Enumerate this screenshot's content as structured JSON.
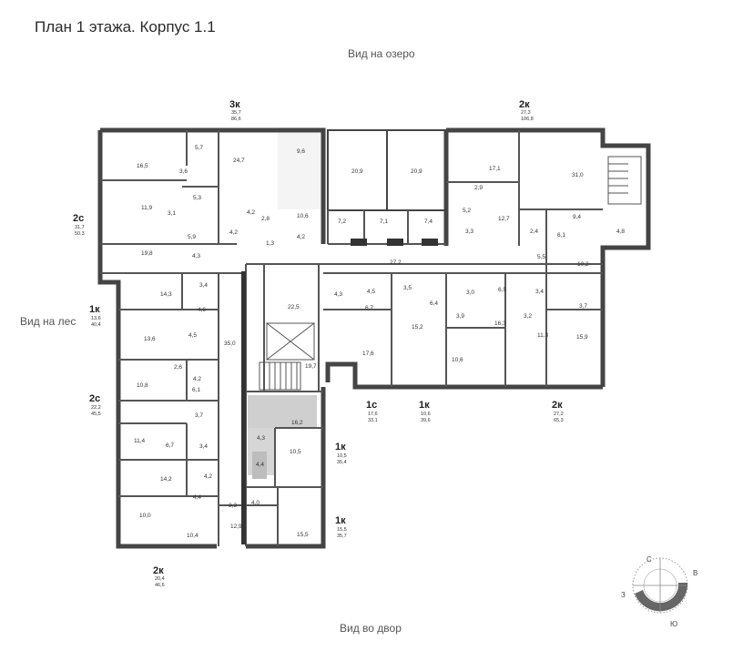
{
  "page": {
    "title": "План 1 этажа. Корпус 1.1"
  },
  "orientation": {
    "top": "Вид на озеро",
    "left": "Вид на лес",
    "bottom": "Вид во двор"
  },
  "compass": {
    "n": "С",
    "e": "В",
    "w": "З",
    "s": "Ю"
  },
  "units": [
    {
      "type": "3к",
      "living": "35,7",
      "total": "86,6"
    },
    {
      "type": "2к",
      "living": "27,3",
      "total": "106,8"
    },
    {
      "type": "2с",
      "living": "31,7",
      "total": "50,3"
    },
    {
      "type": "1к",
      "living": "13,6",
      "total": "40,4"
    },
    {
      "type": "2с",
      "living": "22,2",
      "total": "45,5"
    },
    {
      "type": "2к",
      "living": "20,4",
      "total": "46,6"
    },
    {
      "type": "1с",
      "living": "17,6",
      "total": "33,1"
    },
    {
      "type": "1к",
      "living": "10,6",
      "total": "39,6"
    },
    {
      "type": "2к",
      "living": "27,2",
      "total": "65,3"
    },
    {
      "type": "1к",
      "living": "10,5",
      "total": "35,4"
    },
    {
      "type": "1к",
      "living": "15,5",
      "total": "35,7"
    }
  ],
  "rooms": [
    "16,5",
    "5,7",
    "3,6",
    "24,7",
    "9,6",
    "20,9",
    "20,9",
    "17,1",
    "31,0",
    "5,3",
    "11,9",
    "3,1",
    "4,2",
    "2,8",
    "10,6",
    "7,2",
    "7,1",
    "7,4",
    "2,9",
    "5,2",
    "12,7",
    "9,4",
    "5,9",
    "19,8",
    "4,2",
    "1,3",
    "4,2",
    "3,3",
    "2,4",
    "6,1",
    "4,8",
    "4,3",
    "27,2",
    "5,5",
    "10,2",
    "14,3",
    "3,4",
    "22,5",
    "4,3",
    "4,5",
    "3,5",
    "3,0",
    "6,5",
    "3,4",
    "3,7",
    "4,6",
    "6,7",
    "6,4",
    "13,6",
    "4,5",
    "35,0",
    "15,2",
    "3,9",
    "16,3",
    "3,2",
    "11,3",
    "15,9",
    "17,6",
    "10,6",
    "19,7",
    "2,6",
    "10,8",
    "4,2",
    "6,1",
    "3,7",
    "16,2",
    "11,4",
    "6,7",
    "4,3",
    "10,5",
    "3,4",
    "4,4",
    "14,2",
    "4,2",
    "4,4",
    "10,0",
    "3,3",
    "4,0",
    "12,9",
    "10,4",
    "15,5"
  ]
}
